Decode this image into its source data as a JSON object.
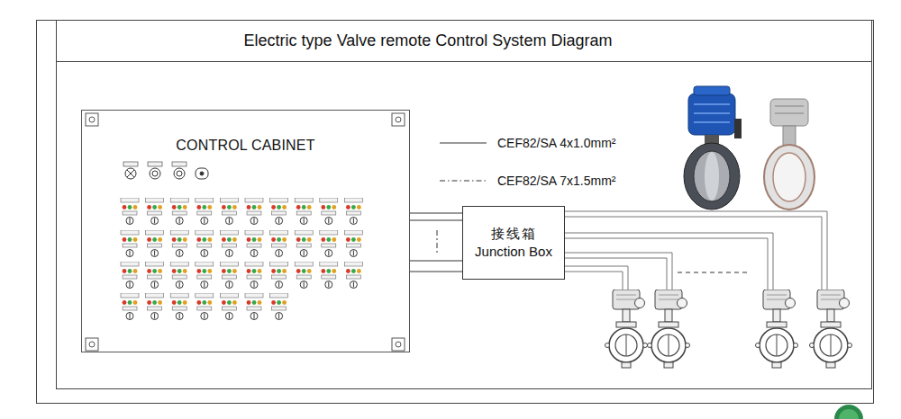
{
  "diagram": {
    "title": "Electric type Valve remote Control System Diagram",
    "nodes": [
      {
        "text": [
          "CONTROL CABINET"
        ]
      },
      {
        "text": [
          "接线箱",
          "Junction Box"
        ]
      }
    ],
    "edges": [
      {
        "from": 0,
        "to": 1,
        "arrow": "none"
      },
      {
        "from": 0,
        "to": 1,
        "arrow": "none"
      }
    ],
    "legend": [
      {
        "text": "CEF82/SA 4x1.0mm²"
      },
      {
        "text": "CEF82/SA 7x1.5mm²"
      }
    ]
  }
}
